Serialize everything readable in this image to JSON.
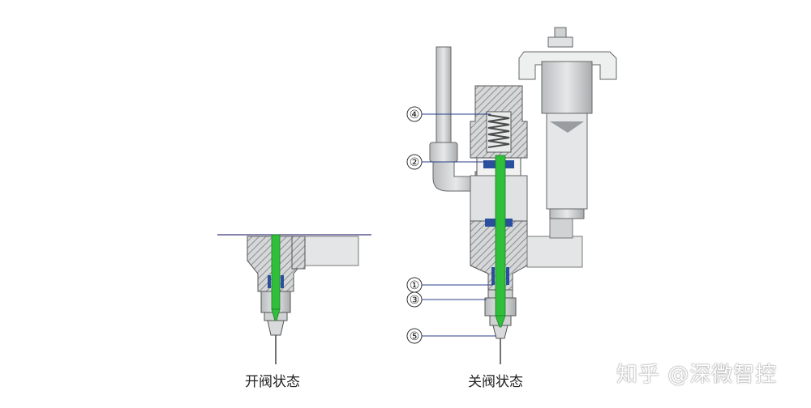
{
  "captions": {
    "open_state": "开阀状态",
    "closed_state": "关阀状态"
  },
  "callouts": [
    "④",
    "②",
    "①",
    "③",
    "⑤"
  ],
  "watermark": "知乎 @深微智控",
  "colors": {
    "body": "#c8cacb",
    "body_dark": "#8f9294",
    "needle": "#2fbf3a",
    "seal": "#2b4f9e",
    "spring": "#6b6b6b",
    "leader": "#2b3f8a"
  }
}
